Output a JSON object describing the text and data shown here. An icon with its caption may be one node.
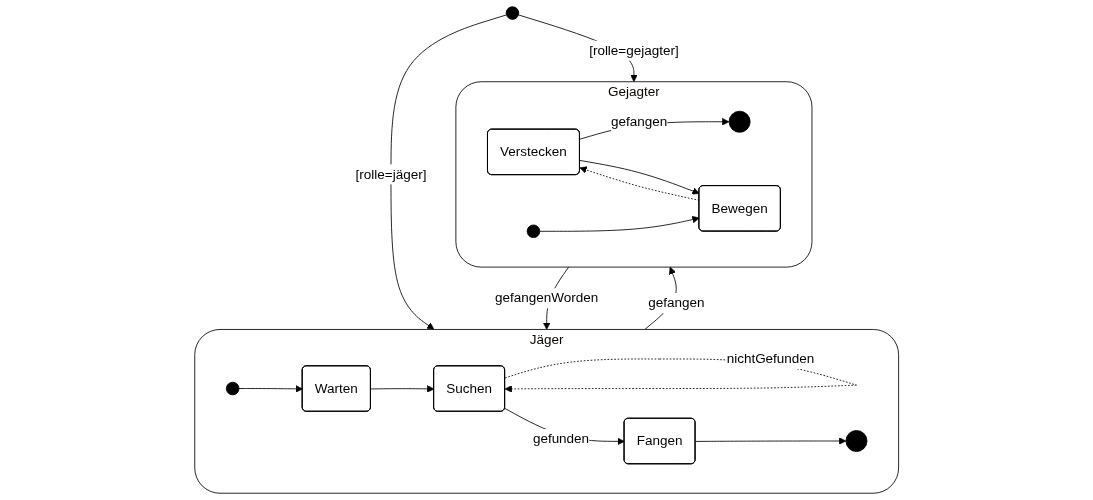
{
  "diagram": {
    "nodes": [
      {
        "text": [],
        "shape": "circle"
      },
      {
        "text": [
          "Jäger"
        ]
      },
      {
        "text": [],
        "shape": "circle",
        "in": 1
      },
      {
        "text": [
          "Warten"
        ],
        "in": 1
      },
      {
        "text": [
          "Suchen"
        ],
        "in": 1
      },
      {
        "text": [
          "Fangen"
        ],
        "in": 1
      },
      {
        "text": [],
        "shape": "circle",
        "in": 1
      },
      {
        "text": [
          "Gejagter"
        ]
      },
      {
        "text": [],
        "shape": "circle",
        "in": 7
      },
      {
        "text": [],
        "shape": "circle",
        "in": 7
      },
      {
        "text": [
          "Verstecken"
        ],
        "in": 7
      },
      {
        "text": [
          "Bewegen"
        ],
        "in": 7
      }
    ],
    "edges": [
      {
        "from": 0,
        "to": 1,
        "arrow": "to",
        "label": "[rolle=jäger]"
      },
      {
        "from": 0,
        "to": 7,
        "arrow": "to",
        "label": "[rolle=gejagter]"
      },
      {
        "from": 2,
        "to": 3,
        "arrow": "to"
      },
      {
        "from": 3,
        "to": 4,
        "arrow": "to"
      },
      {
        "from": 4,
        "to": 4,
        "arrow": "to",
        "label": "nichtGefunden",
        "style": "dashed"
      },
      {
        "from": 4,
        "to": 5,
        "arrow": "to",
        "label": "gefunden"
      },
      {
        "from": 5,
        "to": 6,
        "arrow": "to"
      },
      {
        "from": 1,
        "to": 7,
        "arrow": "to",
        "label": "gefangen"
      },
      {
        "from": 7,
        "to": 1,
        "arrow": "to",
        "label": "gefangenWorden"
      },
      {
        "from": 10,
        "to": 8,
        "arrow": "to",
        "label": "gefangen"
      },
      {
        "from": 9,
        "to": 11,
        "arrow": "to"
      },
      {
        "from": 10,
        "to": 11,
        "arrow": "to"
      },
      {
        "from": 11,
        "to": 10,
        "arrow": "to",
        "style": "dashed"
      }
    ]
  }
}
